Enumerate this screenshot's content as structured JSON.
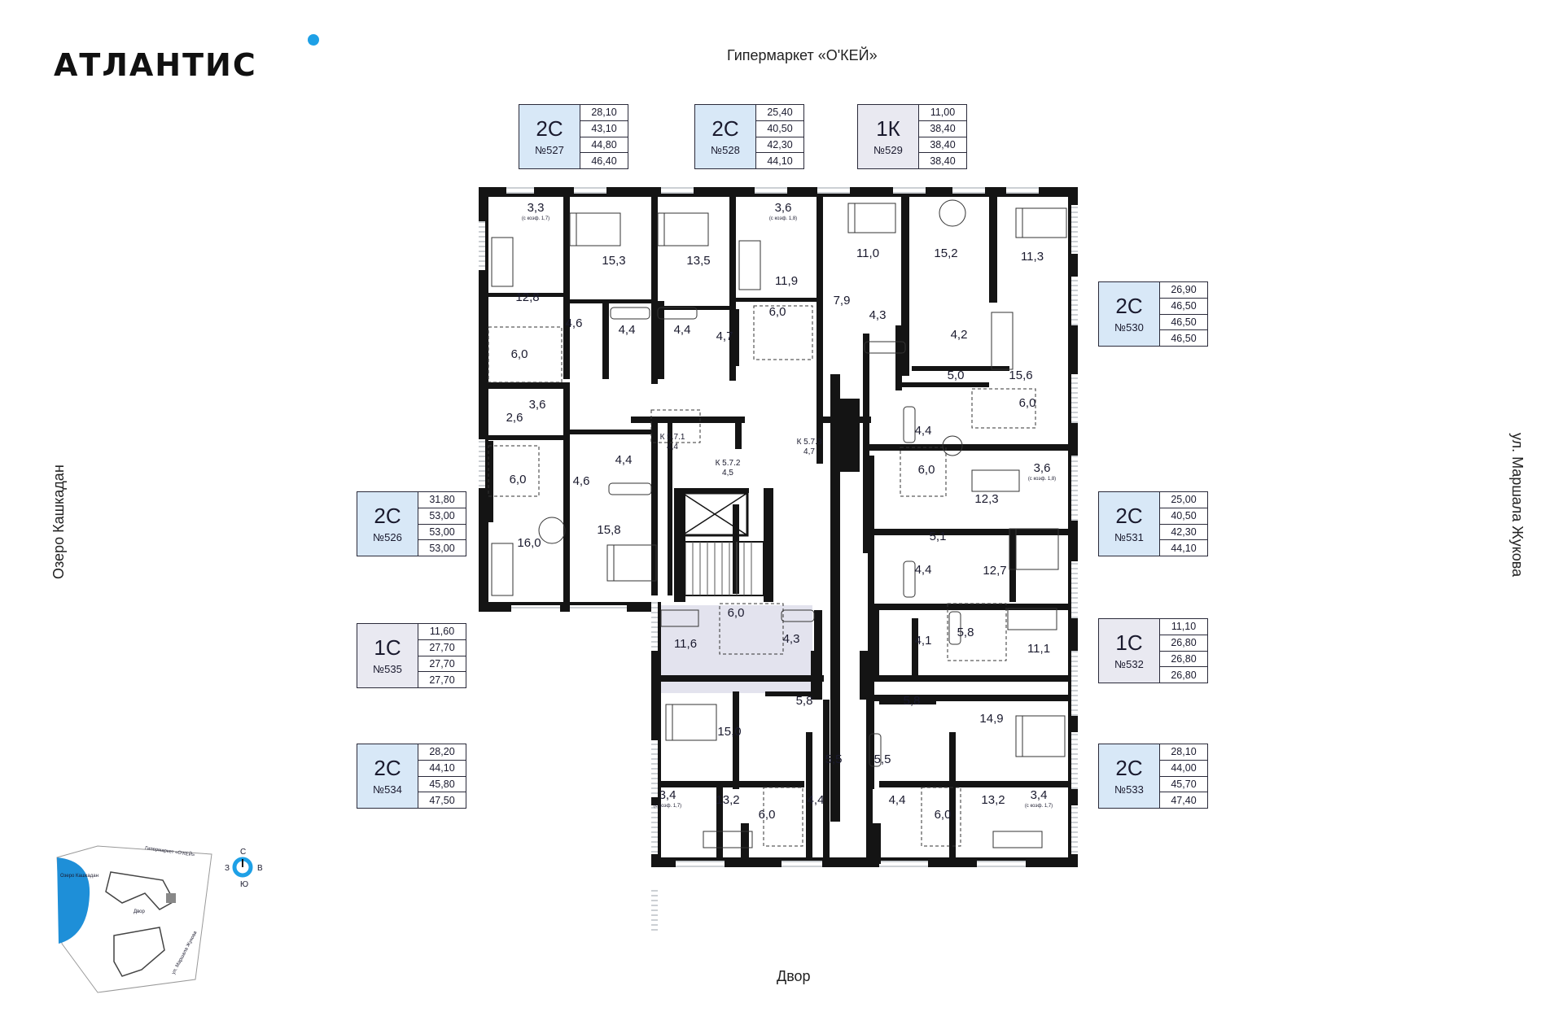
{
  "brand": {
    "logo_text": "АТЛАНТИС"
  },
  "orientation": {
    "top": "Гипермаркет «О'КЕЙ»",
    "bottom": "Двор",
    "left": "Озеро Кашкадан",
    "right": "ул. Маршала Жукова"
  },
  "apartments": [
    {
      "id": "527",
      "type": "2С",
      "number": "№527",
      "areas": [
        "28,10",
        "43,10",
        "44,80",
        "46,40"
      ],
      "color": "#d8e8f7"
    },
    {
      "id": "528",
      "type": "2С",
      "number": "№528",
      "areas": [
        "25,40",
        "40,50",
        "42,30",
        "44,10"
      ],
      "color": "#d8e8f7"
    },
    {
      "id": "529",
      "type": "1К",
      "number": "№529",
      "areas": [
        "11,00",
        "38,40",
        "38,40",
        "38,40"
      ],
      "color": "#e9e9f1"
    },
    {
      "id": "530",
      "type": "2С",
      "number": "№530",
      "areas": [
        "26,90",
        "46,50",
        "46,50",
        "46,50"
      ],
      "color": "#d8e8f7"
    },
    {
      "id": "526",
      "type": "2С",
      "number": "№526",
      "areas": [
        "31,80",
        "53,00",
        "53,00",
        "53,00"
      ],
      "color": "#d8e8f7"
    },
    {
      "id": "531",
      "type": "2С",
      "number": "№531",
      "areas": [
        "25,00",
        "40,50",
        "42,30",
        "44,10"
      ],
      "color": "#d8e8f7"
    },
    {
      "id": "535",
      "type": "1С",
      "number": "№535",
      "areas": [
        "11,60",
        "27,70",
        "27,70",
        "27,70"
      ],
      "color": "#e9e9f1"
    },
    {
      "id": "532",
      "type": "1С",
      "number": "№532",
      "areas": [
        "11,10",
        "26,80",
        "26,80",
        "26,80"
      ],
      "color": "#e9e9f1"
    },
    {
      "id": "534",
      "type": "2С",
      "number": "№534",
      "areas": [
        "28,20",
        "44,10",
        "45,80",
        "47,50"
      ],
      "color": "#d8e8f7"
    },
    {
      "id": "533",
      "type": "2С",
      "number": "№533",
      "areas": [
        "28,10",
        "44,00",
        "45,70",
        "47,40"
      ],
      "color": "#d8e8f7"
    }
  ],
  "rooms": [
    {
      "label": "3,3",
      "note": "(с коэф. 1,7)"
    },
    {
      "label": "15,3"
    },
    {
      "label": "13,5"
    },
    {
      "label": "3,6",
      "note": "(с коэф. 1,8)"
    },
    {
      "label": "11,0"
    },
    {
      "label": "15,2"
    },
    {
      "label": "11,3"
    },
    {
      "label": "12,8"
    },
    {
      "label": "11,9"
    },
    {
      "label": "7,9"
    },
    {
      "label": "4,6"
    },
    {
      "label": "4,4"
    },
    {
      "label": "4,4"
    },
    {
      "label": "4,7"
    },
    {
      "label": "6,0"
    },
    {
      "label": "4,3"
    },
    {
      "label": "4,2"
    },
    {
      "label": "6,0"
    },
    {
      "label": "5,0"
    },
    {
      "label": "15,6"
    },
    {
      "label": "2,6"
    },
    {
      "label": "3,6"
    },
    {
      "label": "4,4"
    },
    {
      "label": "6,0"
    },
    {
      "label": "К 5.7.1",
      "sub": "4,4"
    },
    {
      "label": "К 5.7.2",
      "sub": "4,5"
    },
    {
      "label": "К 5.7.3",
      "sub": "4,7"
    },
    {
      "label": "4,4"
    },
    {
      "label": "6,0"
    },
    {
      "label": "6,0"
    },
    {
      "label": "3,6",
      "note": "(с коэф. 1,8)"
    },
    {
      "label": "4,6"
    },
    {
      "label": "12,3"
    },
    {
      "label": "15,8"
    },
    {
      "label": "16,0"
    },
    {
      "label": "5,1"
    },
    {
      "label": "4,4"
    },
    {
      "label": "12,7"
    },
    {
      "label": "6,0"
    },
    {
      "label": "11,6"
    },
    {
      "label": "4,3"
    },
    {
      "label": "4,1"
    },
    {
      "label": "5,8"
    },
    {
      "label": "11,1"
    },
    {
      "label": "5,8"
    },
    {
      "label": "5,8"
    },
    {
      "label": "15,0"
    },
    {
      "label": "14,9"
    },
    {
      "label": "5,5"
    },
    {
      "label": "5,5"
    },
    {
      "label": "3,4",
      "note": "(с коэф. 1,7)"
    },
    {
      "label": "13,2"
    },
    {
      "label": "6,0"
    },
    {
      "label": "4,4"
    },
    {
      "label": "4,4"
    },
    {
      "label": "6,0"
    },
    {
      "label": "13,2"
    },
    {
      "label": "3,4",
      "note": "(с коэф. 1,7)"
    }
  ],
  "minimap": {
    "compass": {
      "n": "С",
      "s": "Ю",
      "w": "З",
      "e": "В"
    },
    "labels": {
      "shop": "Гипермаркет «О'КЕЙ»",
      "lake": "Озеро Кашкадан",
      "yard": "Двор",
      "street": "ул. Маршала Жукова"
    }
  },
  "colors": {
    "wall": "#141414",
    "highlight_blue": "#d8e8f7",
    "highlight_grey": "#e3e3ee",
    "accent": "#1ea0e6"
  }
}
